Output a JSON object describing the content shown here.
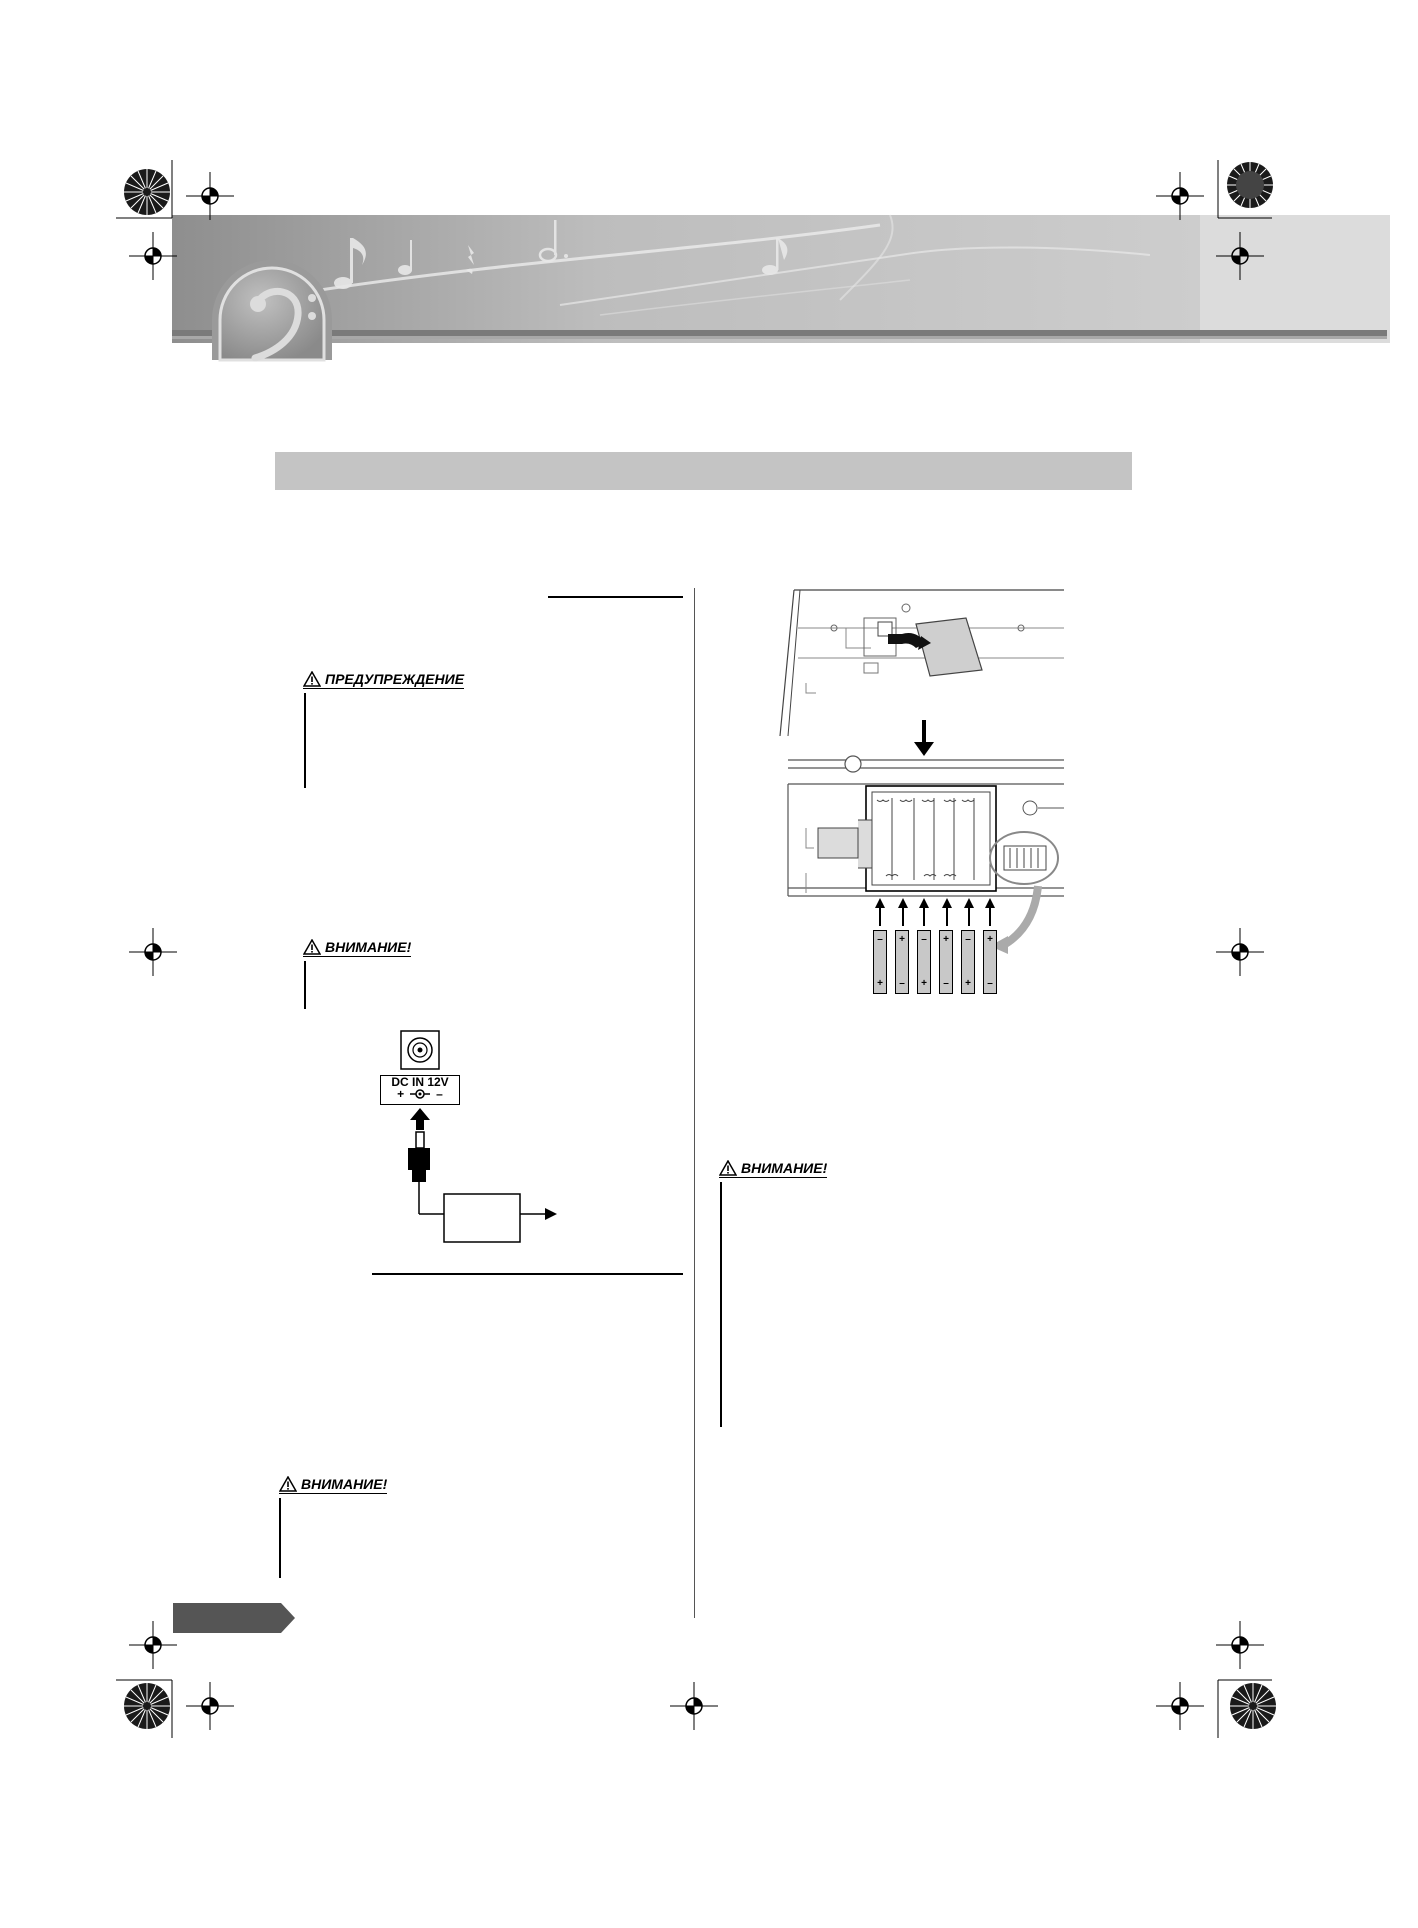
{
  "warnings": {
    "predupr": "ПРЕДУПРЕЖДЕНИЕ",
    "vnimanie1": "ВНИМАНИЕ!",
    "vnimanie2": "ВНИМАНИЕ!",
    "vnimanie3": "ВНИМАНИЕ!"
  },
  "dc_jack": {
    "line1": "DC IN 12V",
    "line2_plus": "+",
    "line2_minus": "–"
  },
  "battery_labels": {
    "b1": [
      "–",
      "+"
    ],
    "b2": [
      "+",
      "–"
    ],
    "b3": [
      "–",
      "+"
    ],
    "b4": [
      "+",
      "–"
    ],
    "b5": [
      "–",
      "+"
    ],
    "b6": [
      "+",
      "–"
    ]
  },
  "icons": [
    "registration-mark-icon",
    "crop-mark-icon",
    "warning-triangle-icon",
    "music-note-icon",
    "bass-clef-icon",
    "arrow-icon"
  ],
  "colors": {
    "header_gray": "#b5b5b5",
    "section_bar": "#c4c4c4",
    "tab_dark": "#555555"
  }
}
